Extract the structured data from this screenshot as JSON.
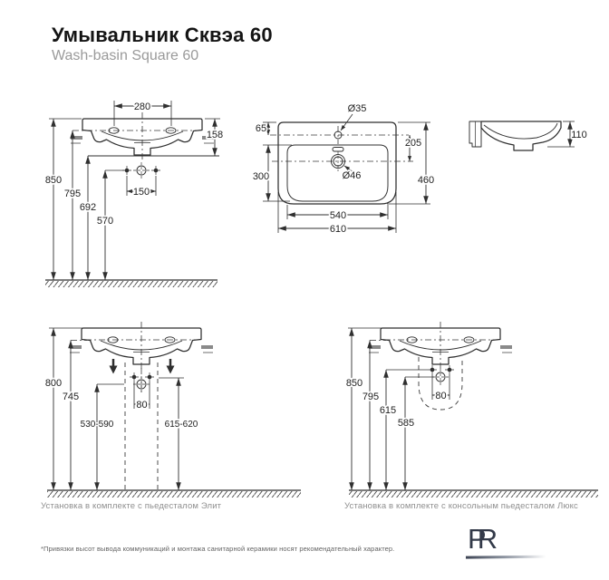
{
  "header": {
    "title": "Умывальник Сквэа 60",
    "subtitle": "Wash-basin Square 60"
  },
  "front": {
    "d280": "280",
    "d158": "158",
    "d850": "850",
    "d795": "795",
    "d692": "692",
    "d570": "570",
    "d150": "150"
  },
  "plan": {
    "d35": "Ø35",
    "d65": "65",
    "d205": "205",
    "d300": "300",
    "d460": "460",
    "d46": "Ø46",
    "d540": "540",
    "d610": "610"
  },
  "side": {
    "d110": "110"
  },
  "elit": {
    "caption": "Установка в комплекте с пьедесталом Элит",
    "d800": "800",
    "d745": "745",
    "d530_590": "530-590",
    "d615_620": "615-620",
    "d80": "80"
  },
  "lux": {
    "caption": "Установка в комплекте с консольным пьедесталом Люкс",
    "d850": "850",
    "d795": "795",
    "d615": "615",
    "d585": "585",
    "d80": "80"
  },
  "footnote": "*Привязки высот вывода коммуникаций и монтажа санитарной керамики носят рекомендательный характер.",
  "logo": {
    "letter_p": "P",
    "letter_r": "R"
  },
  "colors": {
    "line": "#2f2f2f",
    "muted": "#8f8f8f",
    "logo_dark": "#333a49"
  }
}
